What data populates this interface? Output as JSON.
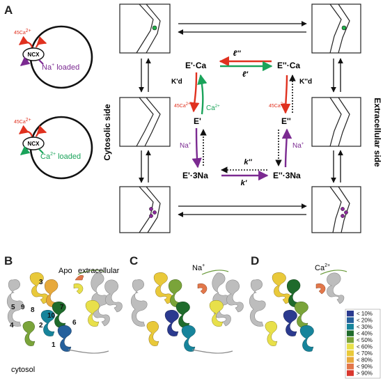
{
  "panels": {
    "A": "A",
    "B": "B",
    "C": "C",
    "D": "D"
  },
  "vesicles": {
    "top": {
      "ca_label": "45Ca",
      "ca_sup": "2+",
      "ncx": "NCX",
      "loaded": "Na",
      "loaded_sup": "+",
      "loaded_suffix": " loaded"
    },
    "bottom": {
      "ca_label": "45Ca",
      "ca_sup": "2+",
      "ncx": "NCX",
      "loaded": "Ca",
      "loaded_sup": "2+",
      "loaded_suffix": " loaded"
    }
  },
  "sides": {
    "left": "Cytosolic side",
    "right": "Extracellular side"
  },
  "states": {
    "e1_ca": "E'·Ca",
    "e2_ca": "E''·Ca",
    "e1": "E'",
    "e2": "E''",
    "e1_na": "E'·3Na",
    "e2_na": "E''·3Na"
  },
  "rates": {
    "l2": "ℓ''",
    "l1": "ℓ'",
    "k2": "k''",
    "k1": "k'",
    "kd_left": "K'd",
    "kd_right": "K''d"
  },
  "ions": {
    "ca45": "45Ca",
    "ca_sup": "2+",
    "ca": "Ca",
    "na": "Na",
    "na_sup": "+"
  },
  "structure_labels": {
    "apo": "Apo",
    "extracellular": "extracellular",
    "cytosol": "cytosol",
    "na": "Na",
    "na_sup": "+",
    "ca": "Ca",
    "ca_sup": "2+",
    "helix_numbers": [
      "1",
      "2",
      "3",
      "4",
      "5",
      "6",
      "7",
      "8",
      "9",
      "10"
    ]
  },
  "legend": {
    "items": [
      {
        "label": "< 10%",
        "color": "#2b3a8f"
      },
      {
        "label": "< 20%",
        "color": "#25609c"
      },
      {
        "label": "< 30%",
        "color": "#17849b"
      },
      {
        "label": "< 40%",
        "color": "#1f6b2c"
      },
      {
        "label": "< 50%",
        "color": "#7aa43a"
      },
      {
        "label": "< 60%",
        "color": "#e8e04a"
      },
      {
        "label": "< 70%",
        "color": "#e9c93a"
      },
      {
        "label": "< 80%",
        "color": "#e7a93c"
      },
      {
        "label": "< 90%",
        "color": "#e2774a"
      },
      {
        "label": "> 90%",
        "color": "#d9372e"
      }
    ]
  },
  "colors": {
    "calcium_red": "#e0311f",
    "calcium_green": "#1aa35a",
    "sodium_purple": "#7b2a91",
    "bead_green": "#22b04b",
    "bead_purple": "#8a2a9a"
  }
}
